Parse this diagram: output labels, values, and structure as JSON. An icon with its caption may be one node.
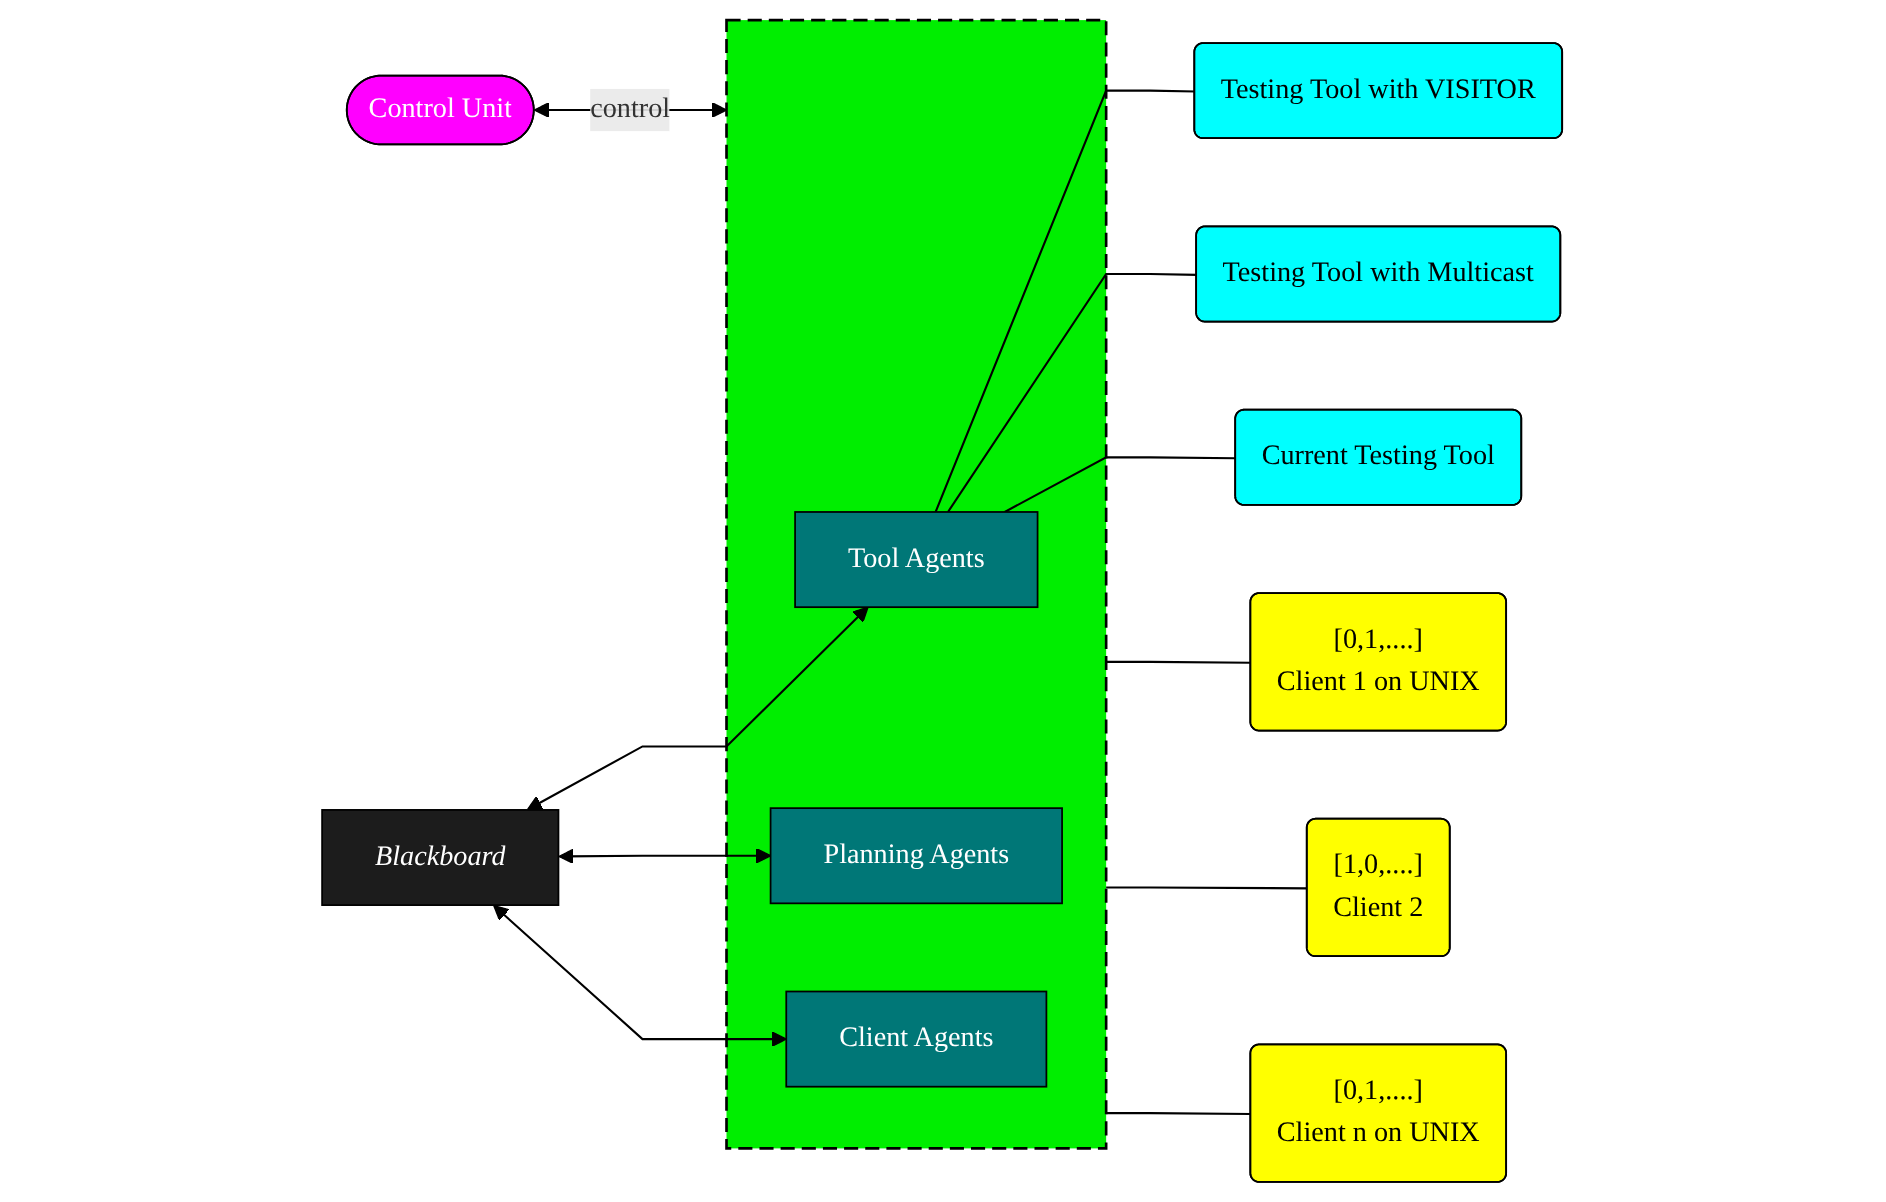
{
  "diagram": {
    "nodes": [
      {
        "text": [
          "Control Unit"
        ]
      },
      {
        "text": [
          "Blackboard"
        ]
      },
      {
        "text": [],
        "shape": "box"
      },
      {
        "text": [
          "Tool Agents"
        ],
        "in": 2
      },
      {
        "text": [
          "Planning Agents"
        ],
        "in": 2
      },
      {
        "text": [
          "Client Agents"
        ],
        "in": 2
      },
      {
        "text": [
          "Testing Tool with VISITOR"
        ]
      },
      {
        "text": [
          "Testing Tool with Multicast"
        ]
      },
      {
        "text": [
          "Current Testing Tool"
        ]
      },
      {
        "text": [
          "[0,1,....]",
          "Client 1 on UNIX"
        ]
      },
      {
        "text": [
          "[1,0,....]",
          "Client 2"
        ]
      },
      {
        "text": [
          "[0,1,....]",
          "Client n on UNIX"
        ]
      }
    ],
    "edges": [
      {
        "from": 0,
        "to": 2,
        "arrow": "both",
        "label": "control"
      },
      {
        "from": 1,
        "to": 3,
        "arrow": "both"
      },
      {
        "from": 1,
        "to": 4,
        "arrow": "both"
      },
      {
        "from": 1,
        "to": 5,
        "arrow": "both"
      },
      {
        "from": 3,
        "to": 6,
        "arrow": "none"
      },
      {
        "from": 3,
        "to": 7,
        "arrow": "none"
      },
      {
        "from": 3,
        "to": 8,
        "arrow": "none"
      },
      {
        "from": 2,
        "to": 9,
        "arrow": "none"
      },
      {
        "from": 2,
        "to": 10,
        "arrow": "none"
      },
      {
        "from": 2,
        "to": 11,
        "arrow": "none"
      }
    ]
  }
}
